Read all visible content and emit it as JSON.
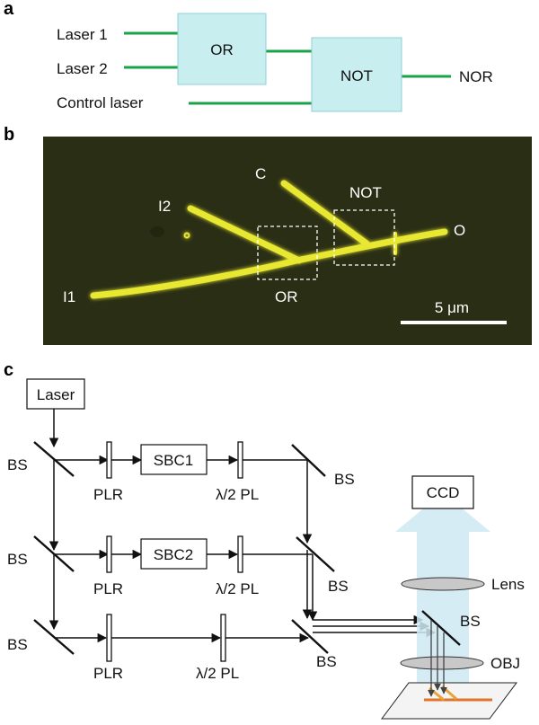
{
  "panel_a": {
    "letter": "a",
    "inputs": [
      "Laser 1",
      "Laser 2",
      "Control laser"
    ],
    "gates": [
      "OR",
      "NOT"
    ],
    "output": "NOR",
    "gate_color": "#c9eef0",
    "wire_color": "#1aa34a"
  },
  "panel_b": {
    "letter": "b",
    "labels": {
      "c": "C",
      "i2": "I2",
      "not": "NOT",
      "o": "O",
      "i1": "I1",
      "or": "OR"
    },
    "scale_bar": "5 μm",
    "background_color": "#2a2e14",
    "wire_color": "#e8e830"
  },
  "panel_c": {
    "letter": "c",
    "laser": "Laser",
    "bs": "BS",
    "plr": "PLR",
    "half_wave_plate": "λ/2 PL",
    "sbc1": "SBC1",
    "sbc2": "SBC2",
    "ccd": "CCD",
    "lens": "Lens",
    "obj": "OBJ"
  }
}
